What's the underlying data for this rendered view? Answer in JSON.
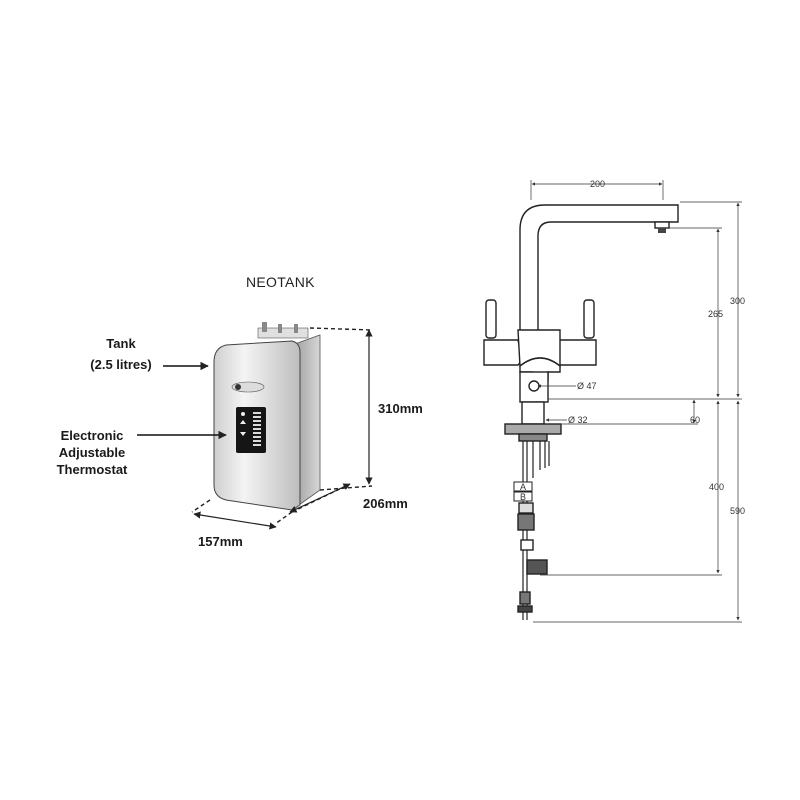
{
  "tank": {
    "title": "NEOTANK",
    "label_tank_line1": "Tank",
    "label_tank_line2": "(2.5 litres)",
    "label_thermostat_line1": "Electronic",
    "label_thermostat_line2": "Adjustable",
    "label_thermostat_line3": "Thermostat",
    "height_dim": "310mm",
    "depth_dim": "206mm",
    "width_dim": "157mm"
  },
  "tap": {
    "reach_dim": "200",
    "spout_height_dim": "265",
    "total_top_dim": "300",
    "body_diameter": "Ø 47",
    "base_diameter": "Ø 32",
    "base_dim": "60",
    "below_counter_dim": "400",
    "total_dim": "590",
    "hose_tag_a": "A",
    "hose_tag_b": "B"
  }
}
